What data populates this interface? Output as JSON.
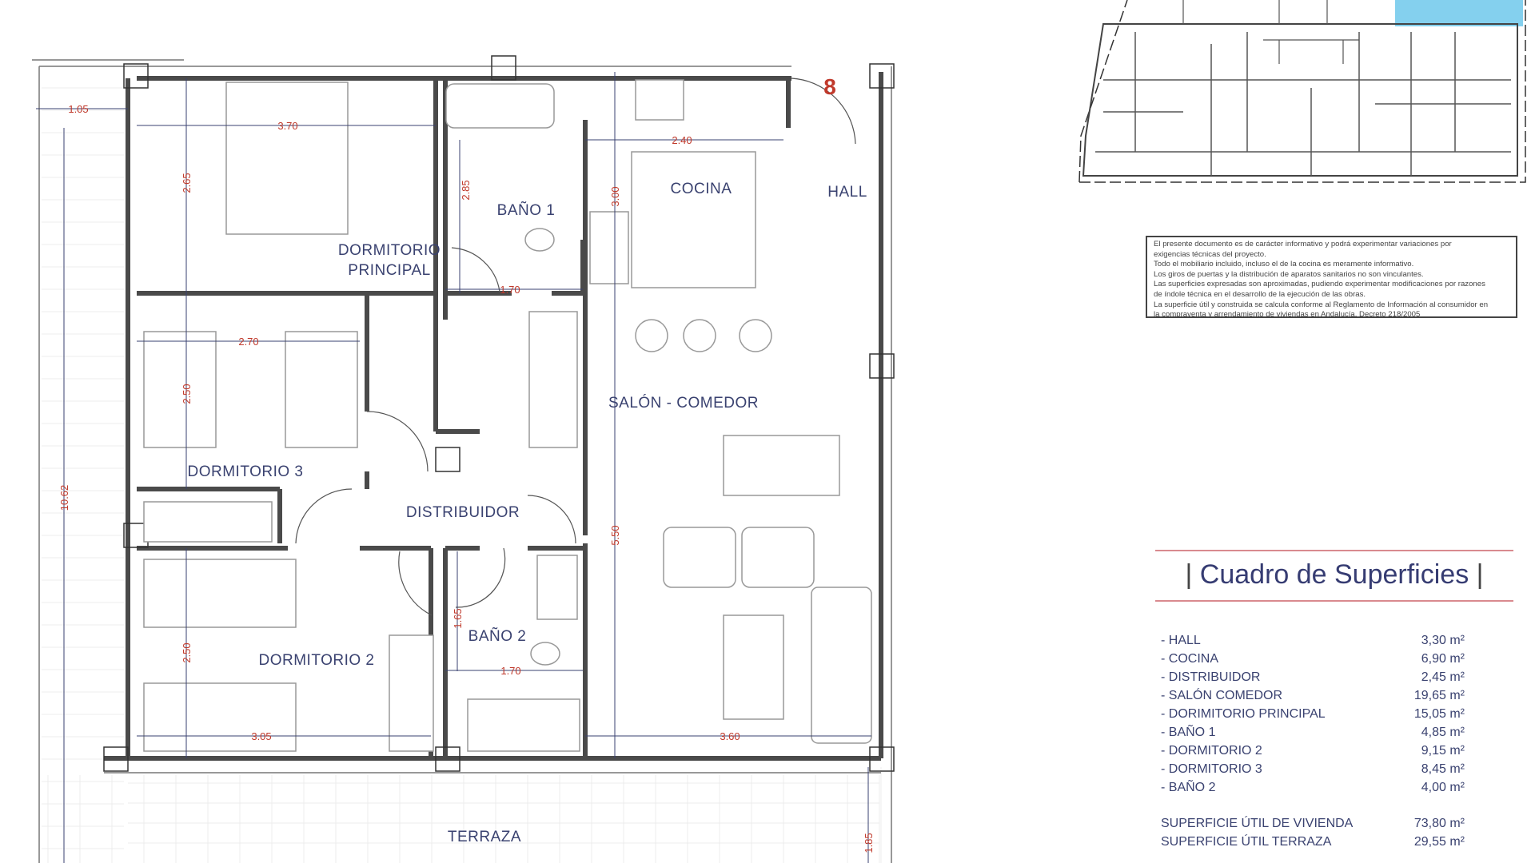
{
  "plan": {
    "unit_number": "8",
    "rooms": [
      "DORMITORIO",
      "PRINCIPAL",
      "BAÑO 1",
      "COCINA",
      "HALL",
      "SALÓN - COMEDOR",
      "DORMITORIO 3",
      "DISTRIBUIDOR",
      "DORMITORIO 2",
      "BAÑO 2",
      "TERRAZA"
    ],
    "dimensions": [
      "1.05",
      "3.70",
      "2.65",
      "2.85",
      "3.00",
      "2.40",
      "1.70",
      "2.70",
      "2.50",
      "10.62",
      "5.50",
      "1.65",
      "2.50",
      "1.70",
      "3.05",
      "3.60",
      "1.85"
    ],
    "highlight_color": "#5bc0e8",
    "dimension_color": "#c0392b",
    "label_color": "#3a4270"
  },
  "disclaimer": [
    "El presente documento es de carácter informativo y podrá experimentar variaciones por",
    "exigencias técnicas del proyecto.",
    "Todo el mobiliario incluido, incluso el de la cocina es meramente informativo.",
    "Los giros de puertas y la distribución de aparatos sanitarios no son vinculantes.",
    "Las superficies expresadas son aproximadas, pudiendo experimentar modificaciones por razones",
    "de índole técnica en el desarrollo de la ejecución de las obras.",
    "La superficie útil y construida se calcula conforme al Reglamento de Información al consumidor en",
    "la compraventa y arrendamiento de viviendas en Andalucía. Decreto 218/2005"
  ],
  "surfaces": {
    "title": "Cuadro de Superficies",
    "rows": [
      {
        "label": "- HALL",
        "value": "3,30 m²"
      },
      {
        "label": "- COCINA",
        "value": "6,90 m²"
      },
      {
        "label": "- DISTRIBUIDOR",
        "value": "2,45 m²"
      },
      {
        "label": "- SALÓN COMEDOR",
        "value": "19,65 m²"
      },
      {
        "label": "- DORIMITORIO PRINCIPAL",
        "value": "15,05 m²"
      },
      {
        "label": "- BAÑO 1",
        "value": "4,85 m²"
      },
      {
        "label": "- DORMITORIO 2",
        "value": "9,15 m²"
      },
      {
        "label": "- DORMITORIO 3",
        "value": "8,45 m²"
      },
      {
        "label": "- BAÑO 2",
        "value": "4,00 m²"
      }
    ],
    "totals": [
      {
        "label": "SUPERFICIE ÚTIL DE VIVIENDA",
        "value": "73,80 m²"
      },
      {
        "label": "SUPERFICIE ÚTIL TERRAZA",
        "value": "29,55 m²"
      }
    ]
  }
}
